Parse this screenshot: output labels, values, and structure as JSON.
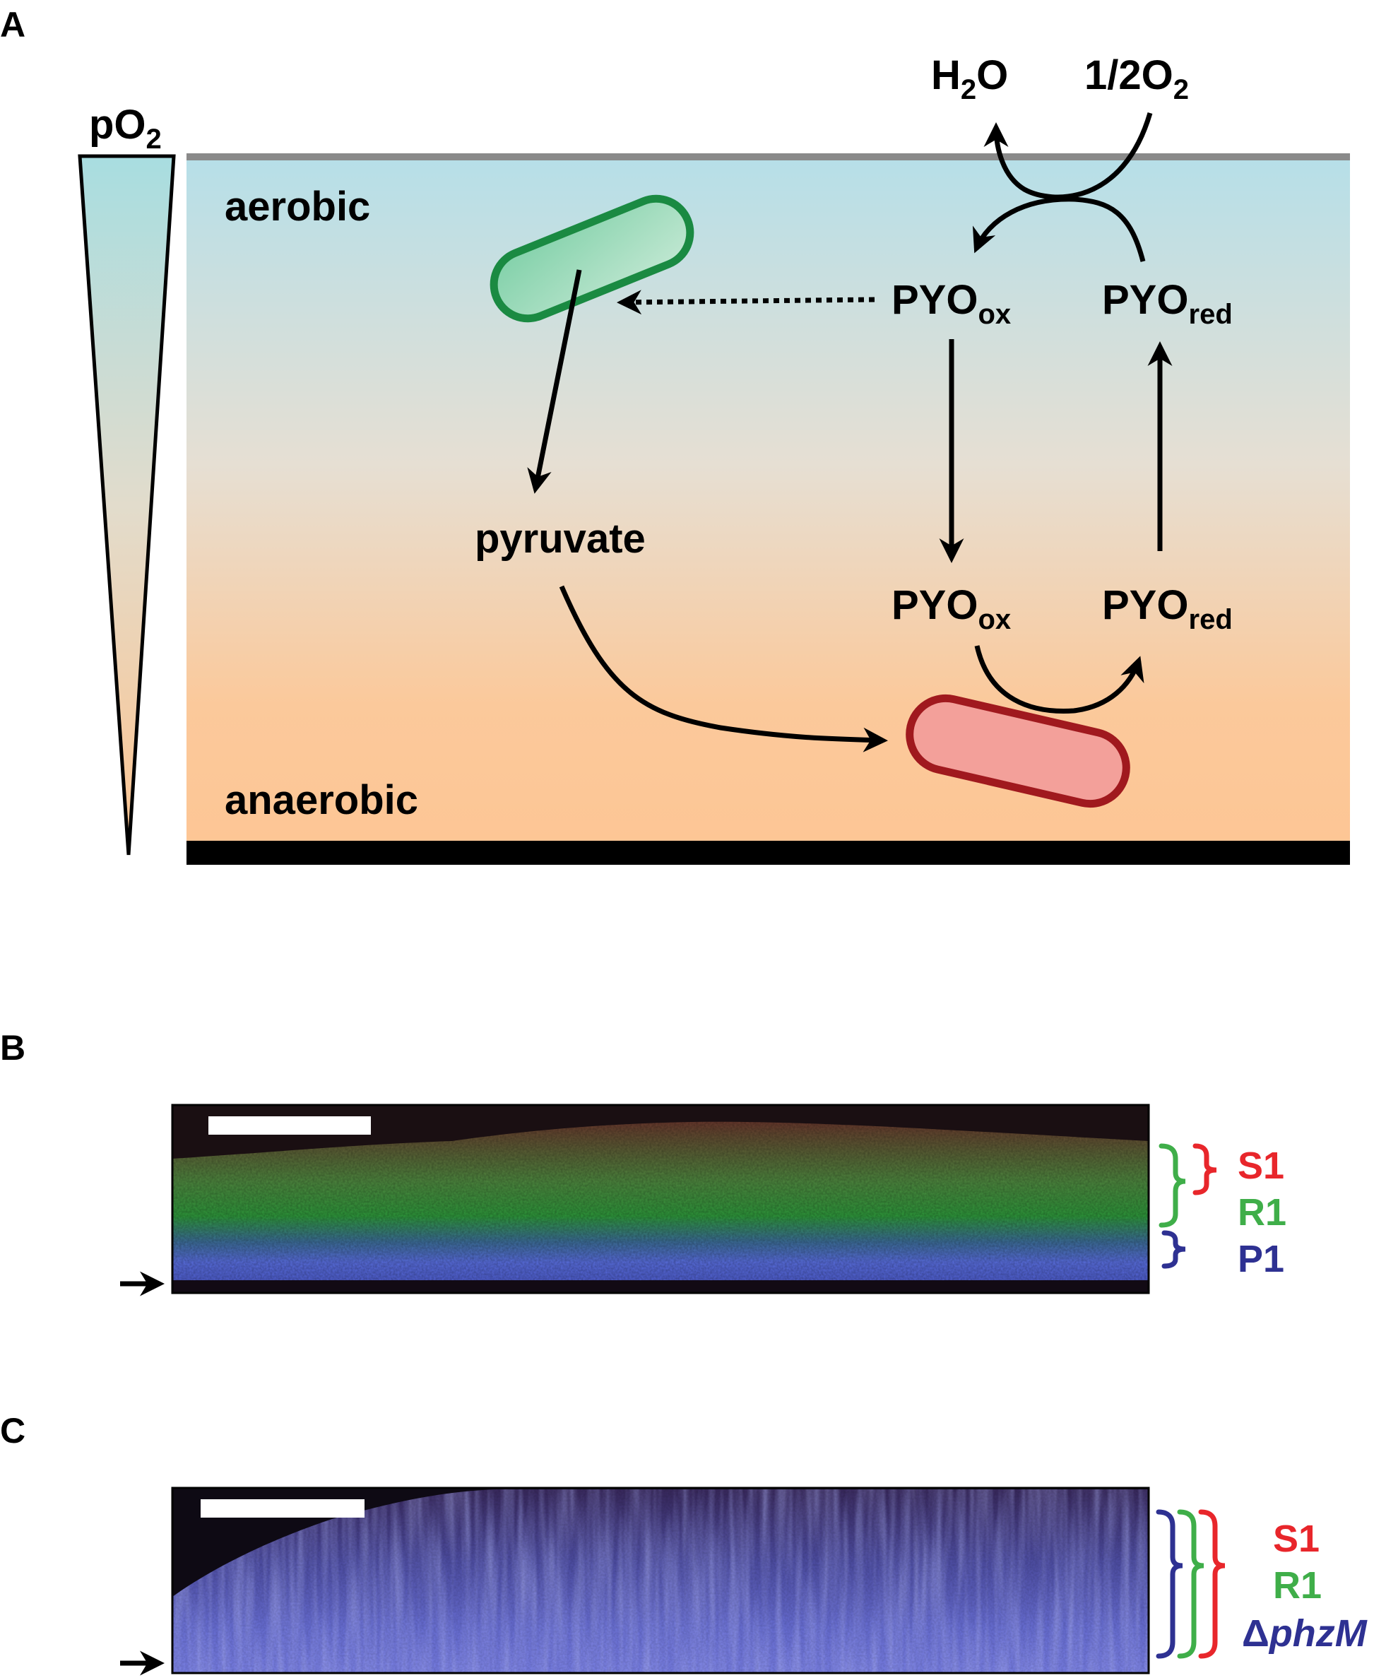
{
  "panels": {
    "a": {
      "letter": "A"
    },
    "b": {
      "letter": "B"
    },
    "c": {
      "letter": "C"
    }
  },
  "gradient": {
    "label_main": "pO",
    "label_sub": "2"
  },
  "zones": {
    "top": "aerobic",
    "bottom": "anaerobic"
  },
  "molecules": {
    "water_h": "H",
    "water_sub": "2",
    "water_o": "O",
    "oxygen_main": "1/2O",
    "oxygen_sub": "2",
    "pyo": "PYO",
    "ox": "ox",
    "red": "red",
    "pyruvate": "pyruvate"
  },
  "legend_b": {
    "s1": "S1",
    "r1": "R1",
    "p1": "P1"
  },
  "legend_c": {
    "s1": "S1",
    "r1": "R1",
    "mutant_delta": "Δ",
    "mutant_gene": "phzM"
  },
  "colors": {
    "aerobic": "#b6dfe8",
    "anaerobic": "#fdc695",
    "cell_aerobic_fill": "#9fd9b8",
    "cell_aerobic_stroke": "#1a8a42",
    "cell_anaerobic_fill": "#f3a09a",
    "cell_anaerobic_stroke": "#a0191e",
    "s1": "#e8262b",
    "r1": "#3fae49",
    "p1": "#2e3192"
  }
}
